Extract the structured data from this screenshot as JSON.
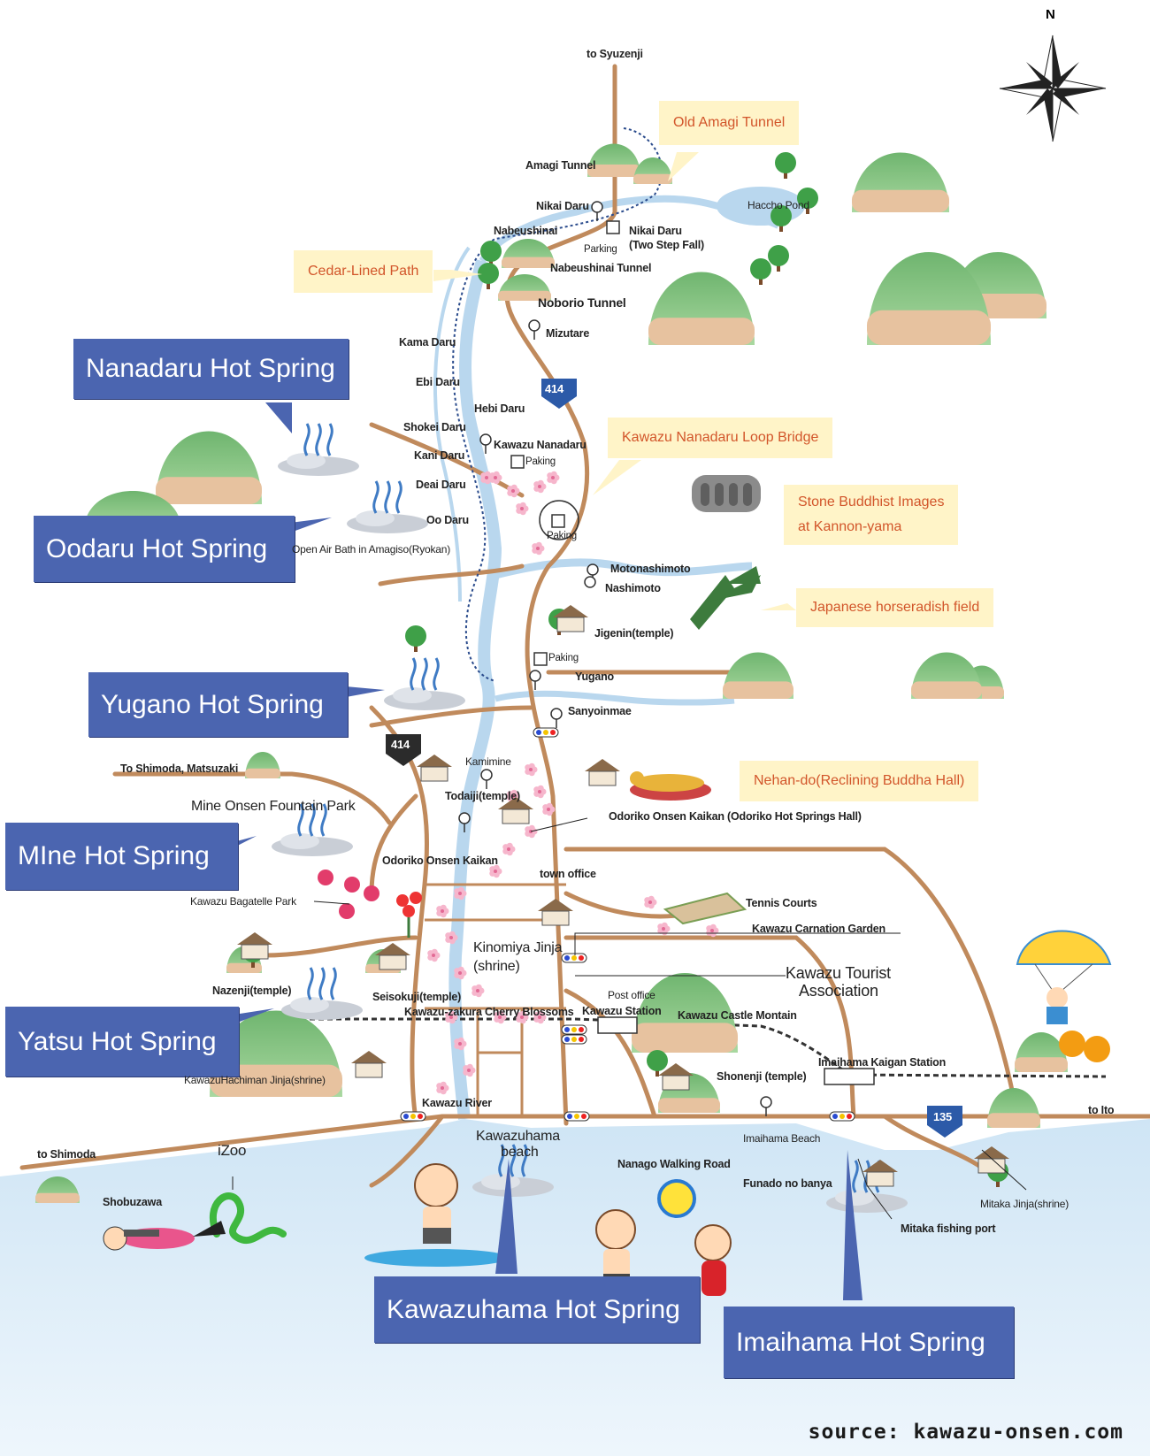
{
  "compass": {
    "north": "N"
  },
  "roads": {
    "route414": "414",
    "route135": "135"
  },
  "spring_labels": {
    "nanadaru": "Nanadaru Hot Spring",
    "oodaru": "Oodaru Hot Spring",
    "yugano": "Yugano Hot Spring",
    "mine": "MIne Hot Spring",
    "yatsu": "Yatsu Hot Spring",
    "kawazuhama": "Kawazuhama Hot Spring",
    "imaihama": "Imaihama Hot Spring"
  },
  "callouts": {
    "old_amagi": "Old Amagi Tunnel",
    "cedar": "Cedar-Lined Path",
    "loop_bridge": "Kawazu Nanadaru Loop Bridge",
    "stone_buddha_1": "Stone Buddhist Images",
    "stone_buddha_2": "at Kannon-yama",
    "horseradish": "Japanese horseradish field",
    "nehan": "Nehan-do(Reclining Buddha Hall)"
  },
  "places": {
    "to_syuzenji": "to Syuzenji",
    "amagi_tunnel": "Amagi Tunnel",
    "haccho_pond": "Haccho Pond",
    "nikai_daru": "Nikai Daru",
    "nabeushinai": "Nabeushinai",
    "nikai_daru_fall_1": "Nikai Daru",
    "nikai_daru_fall_2": "(Two Step Fall)",
    "parking": "Parking",
    "nabeushinai_tunnel": "Nabeushinai Tunnel",
    "noborio_tunnel": "Noborio Tunnel",
    "mizutare": "Mizutare",
    "kama_daru": "Kama Daru",
    "ebi_daru": "Ebi Daru",
    "hebi_daru": "Hebi Daru",
    "shokei_daru": "Shokei Daru",
    "kani_daru": "Kani Daru",
    "kawazu_nanadaru": "Kawazu Nanadaru",
    "paking_1": "Paking",
    "deai_daru": "Deai Daru",
    "oo_daru": "Oo Daru",
    "paking_2": "Paking",
    "open_air_bath": "Open Air Bath in Amagiso(Ryokan)",
    "motonashimoto": "Motonashimoto",
    "nashimoto": "Nashimoto",
    "jigenin": "Jigenin(temple)",
    "paking_3": "Paking",
    "yugano": "Yugano",
    "sanyoinmae": "Sanyoinmae",
    "to_shimoda_matsuzaki": "To Shimoda, Matsuzaki",
    "kamimine": "Kamimine",
    "todaiji": "Todaiji(temple)",
    "mine_onsen_park": "Mine Onsen Fountain Park",
    "odoriko_hall": "Odoriko Onsen Kaikan (Odoriko Hot Springs Hall)",
    "odoriko_kaikan": "Odoriko Onsen Kaikan",
    "town_office": "town office",
    "bagatelle": "Kawazu Bagatelle Park",
    "tennis": "Tennis Courts",
    "carnation": "Kawazu Carnation Garden",
    "kinomiya_1": "Kinomiya Jinja",
    "kinomiya_2": "(shrine)",
    "tourist_1": "Kawazu Tourist",
    "tourist_2": "Association",
    "nazenji": "Nazenji(temple)",
    "seisokuji": "Seisokuji(temple)",
    "post_office": "Post office",
    "cherry": "Kawazu-zakura Cherry Blossoms",
    "kawazu_station": "Kawazu Station",
    "castle": "Kawazu Castle Montain",
    "imaihama_station": "Imaihama Kaigan Station",
    "hachiman": "KawazuHachiman Jinja(shrine)",
    "shonenji": "Shonenji (temple)",
    "kawazu_river": "Kawazu River",
    "to_ito": "to Ito",
    "imaihama_beach": "Imaihama Beach",
    "kawazuhama_beach_1": "Kawazuhama",
    "kawazuhama_beach_2": "beach",
    "to_shimoda": "to Shimoda",
    "izoo": "iZoo",
    "nanago": "Nanago Walking Road",
    "funado": "Funado no banya",
    "shobuzawa": "Shobuzawa",
    "mitaka_jinja": "Mitaka Jinja(shrine)",
    "mitaka_port": "Mitaka fishing port"
  },
  "source": {
    "prefix": "source:",
    "site": "kawazu-onsen.com"
  },
  "colors": {
    "road": "#c08a5c",
    "river": "#a9cbe6",
    "sea": "#dfeef8",
    "hill": "#7cc07c",
    "hill_base": "#e7c29f",
    "spring_box": "#4b65b0",
    "callout_bg": "#fff4c8",
    "callout_text": "#d2552a"
  }
}
